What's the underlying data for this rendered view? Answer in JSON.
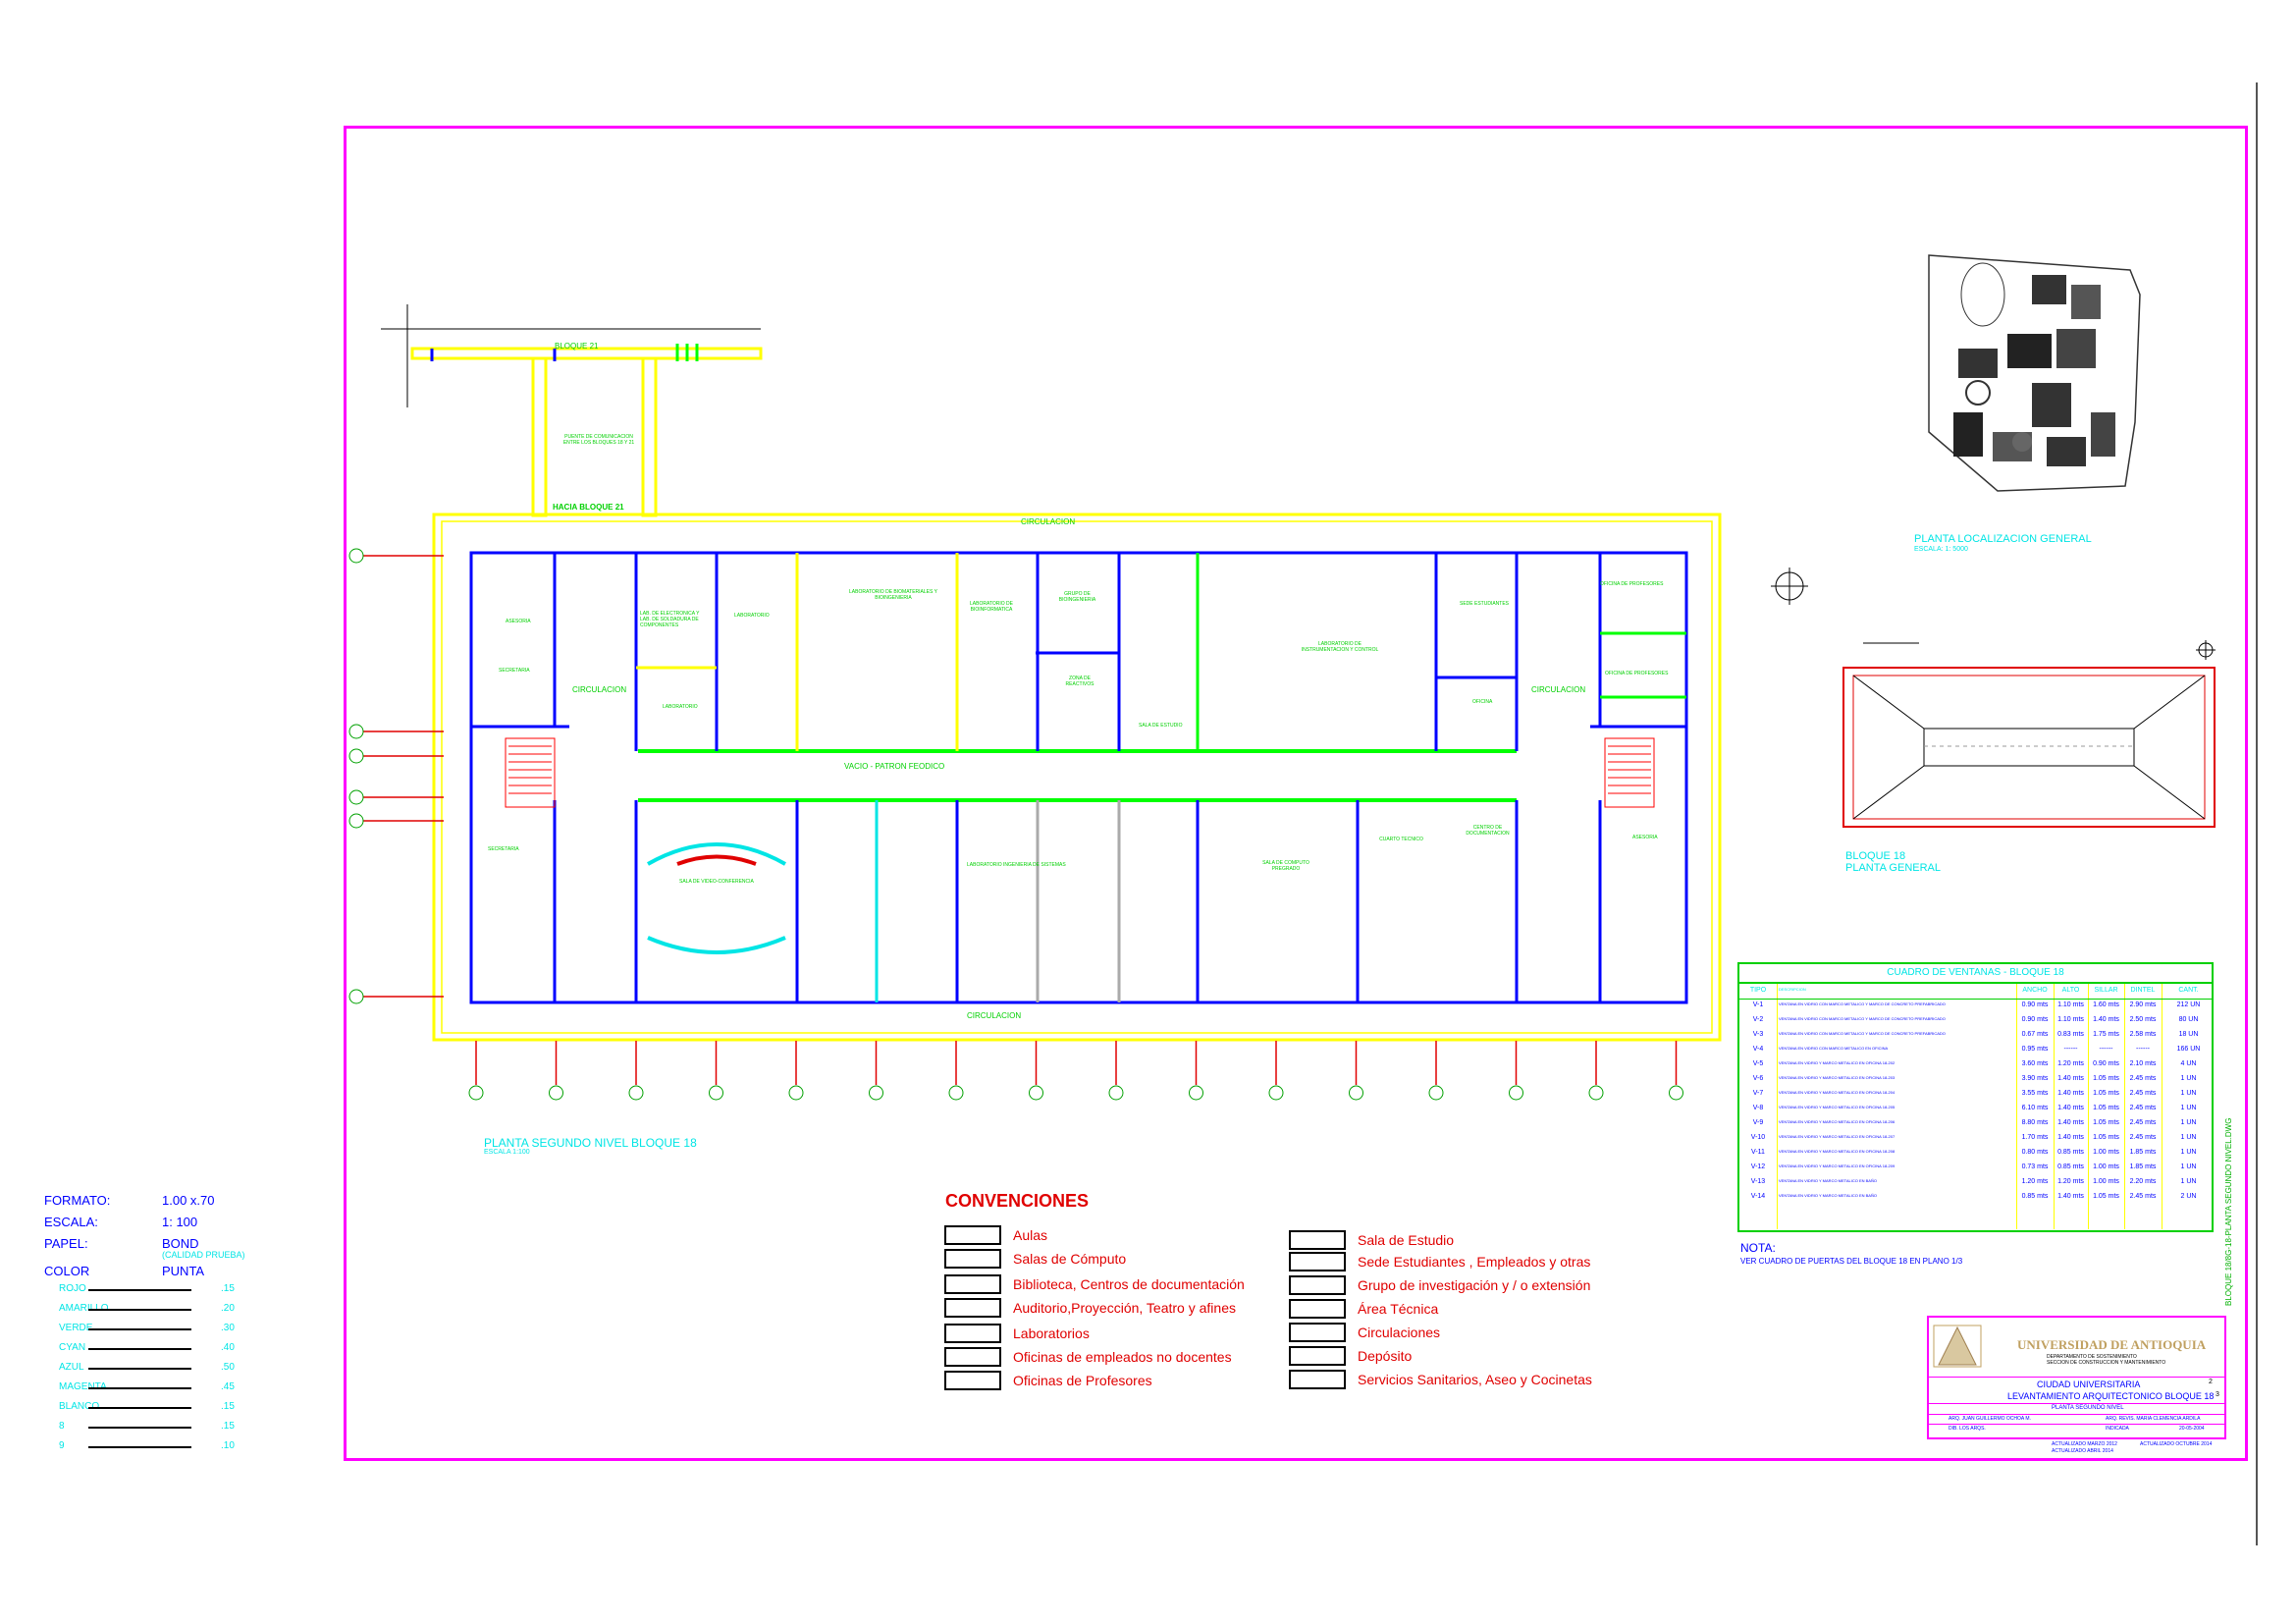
{
  "plan": {
    "title": "PLANTA SEGUNDO NIVEL BLOQUE 18",
    "scale": "ESCALA 1:100",
    "bloque21": "BLOQUE 21",
    "hacia_bloque21": "HACIA BLOQUE 21",
    "puente": "PUENTE DE COMUNICACION ENTRE LOS BLOQUES 18 Y 21",
    "circulacion": "CIRCULACION",
    "vacio": "VACIO - PATRON FEODICO",
    "rooms": {
      "asesoria": "ASESORIA",
      "secretaria": "SECRETARIA",
      "lab1": "LAB. DE ELECTRONICA Y LAB. DE SOLDADURA DE COMPONENTES",
      "laboratorio": "LABORATORIO",
      "lab_biomateriales": "LABORATORIO DE BIOMATERIALES Y BIOINGENIERIA",
      "lab_bioinf": "LABORATORIO DE BIOINFORMATICA",
      "grupo_bio": "GRUPO DE BIOINGENIERIA",
      "zona_reactivos": "ZONA DE REACTIVOS",
      "sala_estudio": "SALA DE ESTUDIO",
      "lab_instrumentacion": "LABORATORIO DE INSTRUMENTACION Y CONTROL",
      "sede_estudiantes": "SEDE ESTUDIANTES",
      "oficina": "OFICINA",
      "oficinas_profesores": "OFICINA DE PROFESORES",
      "sala_conferencias": "SALA DE VIDEO-CONFERENCIA",
      "lab_ingenieria": "LABORATORIO INGENIERIA DE SISTEMAS",
      "sala_computo": "SALA DE COMPUTO PREGRADO",
      "centro_doc": "CENTRO DE DOCUMENTACION",
      "cuarto_tec": "CUARTO TECNICO",
      "secretaria2": "SECRETARIA",
      "asesoria2": "ASESORIA"
    }
  },
  "localizacion": {
    "title": "PLANTA LOCALIZACION GENERAL",
    "scale": "ESCALA: 1: 5000"
  },
  "bloque_general": {
    "title1": "BLOQUE 18",
    "title2": "PLANTA GENERAL"
  },
  "ventanas": {
    "title": "CUADRO DE VENTANAS - BLOQUE 18",
    "headers": [
      "TIPO",
      "DESCRIPCION",
      "ANCHO",
      "ALTO",
      "SILLAR",
      "DINTEL",
      "CANT."
    ],
    "rows": [
      [
        "V-1",
        "VENTANA EN VIDRIO CON MARCO METALICO Y MARCO DE CONCRETO PREFABRICADO",
        "0.90 mts",
        "1.10 mts",
        "1.60 mts",
        "2.90 mts",
        "212 UN"
      ],
      [
        "V-2",
        "VENTANA EN VIDRIO CON MARCO METALICO Y MARCO DE CONCRETO PREFABRICADO",
        "0.90 mts",
        "1.10 mts",
        "1.40 mts",
        "2.50 mts",
        "80 UN"
      ],
      [
        "V-3",
        "VENTANA EN VIDRIO CON MARCO METALICO Y MARCO DE CONCRETO PREFABRICADO",
        "0.67 mts",
        "0.83 mts",
        "1.75 mts",
        "2.58 mts",
        "18 UN"
      ],
      [
        "V-4",
        "VENTANA EN VIDRIO CON MARCO METALICO EN OFICINA",
        "0.95 mts",
        "------",
        "------",
        "------",
        "166 UN"
      ],
      [
        "V-5",
        "VENTANA EN VIDRIO Y MARCO METALICO EN OFICINA 18-202",
        "3.60 mts",
        "1.20 mts",
        "0.90 mts",
        "2.10 mts",
        "4 UN"
      ],
      [
        "V-6",
        "VENTANA EN VIDRIO Y MARCO METALICO EN OFICINA 18-203",
        "3.90 mts",
        "1.40 mts",
        "1.05 mts",
        "2.45 mts",
        "1 UN"
      ],
      [
        "V-7",
        "VENTANA EN VIDRIO Y MARCO METALICO EN OFICINA 18-204",
        "3.55 mts",
        "1.40 mts",
        "1.05 mts",
        "2.45 mts",
        "1 UN"
      ],
      [
        "V-8",
        "VENTANA EN VIDRIO Y MARCO METALICO EN OFICINA 18-205",
        "6.10 mts",
        "1.40 mts",
        "1.05 mts",
        "2.45 mts",
        "1 UN"
      ],
      [
        "V-9",
        "VENTANA EN VIDRIO Y MARCO METALICO EN OFICINA 18-206",
        "8.80 mts",
        "1.40 mts",
        "1.05 mts",
        "2.45 mts",
        "1 UN"
      ],
      [
        "V-10",
        "VENTANA EN VIDRIO Y MARCO METALICO EN OFICINA 18-207",
        "1.70 mts",
        "1.40 mts",
        "1.05 mts",
        "2.45 mts",
        "1 UN"
      ],
      [
        "V-11",
        "VENTANA EN VIDRIO Y MARCO METALICO EN OFICINA 18-208",
        "0.80 mts",
        "0.85 mts",
        "1.00 mts",
        "1.85 mts",
        "1 UN"
      ],
      [
        "V-12",
        "VENTANA EN VIDRIO Y MARCO METALICO EN OFICINA 18-209",
        "0.73 mts",
        "0.85 mts",
        "1.00 mts",
        "1.85 mts",
        "1 UN"
      ],
      [
        "V-13",
        "VENTANA EN VIDRIO Y MARCO METALICO EN BAÑO",
        "1.20 mts",
        "1.20 mts",
        "1.00 mts",
        "2.20 mts",
        "1 UN"
      ],
      [
        "V-14",
        "VENTANA EN VIDRIO Y MARCO METALICO EN BAÑO",
        "0.85 mts",
        "1.40 mts",
        "1.05 mts",
        "2.45 mts",
        "2 UN"
      ]
    ]
  },
  "nota": {
    "title": "NOTA:",
    "text": "VER CUADRO DE PUERTAS DEL BLOQUE 18 EN PLANO 1/3"
  },
  "side_label": "BLOQUE 18/8G-18-PLANTA SEGUNDO NIVEL.DWG",
  "specs": {
    "formato_label": "FORMATO:",
    "formato": "1.00 x.70",
    "escala_label": "ESCALA:",
    "escala": "1: 100",
    "papel_label": "PAPEL:",
    "papel": "BOND",
    "papel_note": "(CALIDAD PRUEBA)",
    "color_label": "COLOR",
    "punta_label": "PUNTA",
    "pens": [
      {
        "name": "ROJO",
        "value": ".15"
      },
      {
        "name": "AMARILLO",
        "value": ".20"
      },
      {
        "name": "VERDE",
        "value": ".30"
      },
      {
        "name": "CYAN",
        "value": ".40"
      },
      {
        "name": "AZUL",
        "value": ".50"
      },
      {
        "name": "MAGENTA",
        "value": ".45"
      },
      {
        "name": "BLANCO",
        "value": ".15"
      },
      {
        "name": "8",
        "value": ".15"
      },
      {
        "name": "9",
        "value": ".10"
      }
    ]
  },
  "convenciones": {
    "title": "CONVENCIONES",
    "left": [
      "Aulas",
      "Salas de Cómputo",
      "Biblioteca, Centros de documentación",
      "Auditorio,Proyección, Teatro y afines",
      "Laboratorios",
      "Oficinas de empleados no docentes",
      "Oficinas de Profesores"
    ],
    "right": [
      "Sala de Estudio",
      "Sede Estudiantes , Empleados y otras",
      "Grupo de investigación y / o extensión",
      "Área Técnica",
      "Circulaciones",
      "Depósito",
      "Servicios Sanitarios, Aseo y Cocinetas"
    ]
  },
  "title_block": {
    "university": "UNIVERSIDAD DE ANTIOQUIA",
    "dept1": "DEPARTAMENTO DE SOSTENIMIENTO",
    "dept2": "SECCION DE CONSTRUCCION Y MANTENIMIENTO",
    "campus": "CIUDAD UNIVERSITARIA",
    "project": "LEVANTAMIENTO ARQUITECTONICO BLOQUE 18",
    "sheet": "PLANTA SEGUNDO NIVEL",
    "sheet_num": "2",
    "sheet_total": "3",
    "arq1": "ARQ. JUAN GUILLERMO OCHOA M.",
    "arq2": "ARQ. REVIS. MARIA CLEMENCIA ARDILA",
    "dibujo": "DIB. LOS ARQS.",
    "estado": "INDICADA",
    "fecha": "20-05-2004",
    "act1": "ACTUALIZADO MARZO 2012",
    "act2": "ACTUALIZADO ABRIL 2014",
    "act3": "ACTUALIZADO OCTUBRE 2014"
  },
  "colors": {
    "frame": "#ff00ff",
    "wall": "#0000ff",
    "wall_green": "#00ff00",
    "yellow": "#ffff00",
    "cyan": "#00e5e5",
    "red": "#e00000"
  }
}
